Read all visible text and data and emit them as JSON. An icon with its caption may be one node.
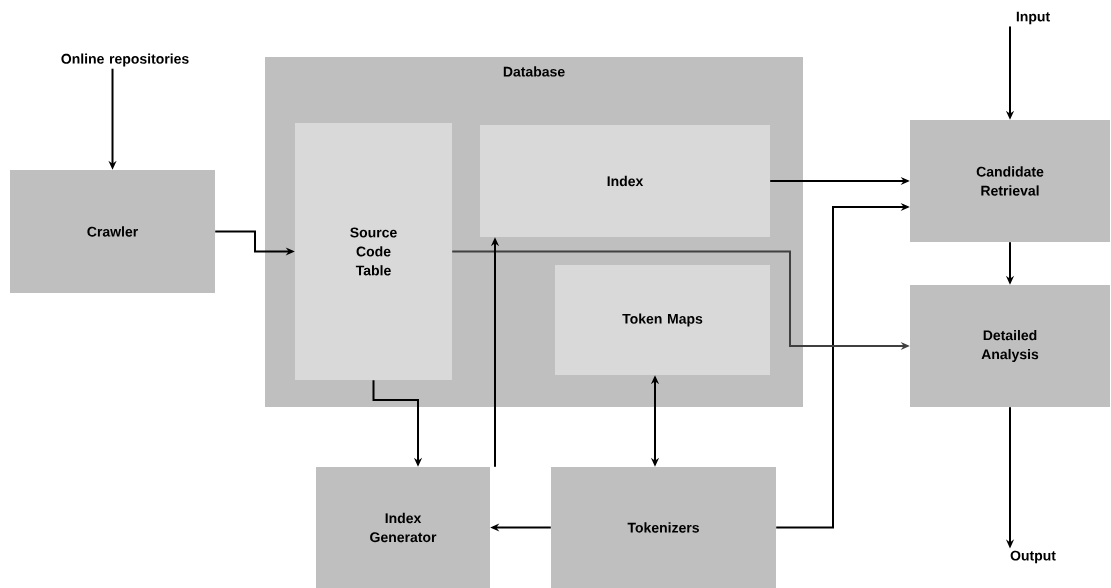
{
  "diagram": {
    "nodes": [
      {
        "text": [
          "Online repositories"
        ]
      },
      {
        "text": [
          "Crawler"
        ]
      },
      {
        "text": [
          "Database"
        ]
      },
      {
        "text": [
          "Source Code Table"
        ],
        "in": 2
      },
      {
        "text": [
          "Index"
        ],
        "in": 2
      },
      {
        "text": [
          "Token Maps"
        ],
        "in": 2
      },
      {
        "text": [
          "Index Generator"
        ]
      },
      {
        "text": [
          "Tokenizers"
        ]
      },
      {
        "text": [
          "Input"
        ]
      },
      {
        "text": [
          "Candidate Retrieval"
        ]
      },
      {
        "text": [
          "Detailed Analysis"
        ]
      },
      {
        "text": [
          "Output"
        ]
      }
    ],
    "edges": [
      {
        "from": 0,
        "to": 1,
        "arrow": "to"
      },
      {
        "from": 1,
        "to": 3,
        "arrow": "to"
      },
      {
        "from": 4,
        "to": 9,
        "arrow": "to"
      },
      {
        "from": 7,
        "to": 9,
        "arrow": "to"
      },
      {
        "from": 3,
        "to": 10,
        "arrow": "to",
        "color": "#404040"
      },
      {
        "from": 3,
        "to": 6,
        "arrow": "to"
      },
      {
        "from": 6,
        "to": 4,
        "arrow": "to"
      },
      {
        "from": 5,
        "to": 7,
        "arrow": "both"
      },
      {
        "from": 7,
        "to": 6,
        "arrow": "to"
      },
      {
        "from": 8,
        "to": 9,
        "arrow": "to"
      },
      {
        "from": 9,
        "to": 10,
        "arrow": "to"
      },
      {
        "from": 10,
        "to": 11,
        "arrow": "to"
      }
    ]
  }
}
